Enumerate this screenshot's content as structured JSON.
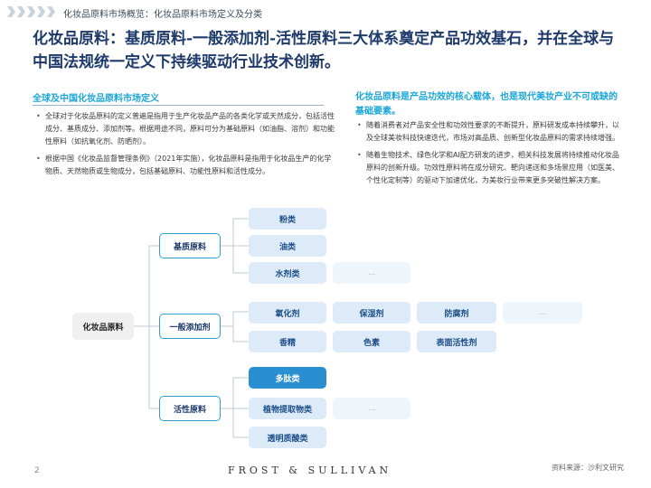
{
  "breadcrumb": "化妆品原料市场概览：化妆品原料市场定义及分类",
  "headline": "化妆品原料：基质原料-一般添加剂-活性原料三大体系奠定产品功效基石，并在全球与中国法规统一定义下持续驱动行业技术创新。",
  "left_section": {
    "title": "全球及中国化妆品原料市场定义",
    "bullets": [
      "全球对于化妆品原料的定义普遍是指用于生产化妆品产品的各类化学或天然成分，包括活性成分、基质成分、添加剂等。根据用途不同，原料可分为基础原料（如油脂、溶剂）和功能性原料（如抗氧化剂、防晒剂）。",
      "根据中国《化妆品监督管理条例》（2021年实施），化妆品原料是指用于化妆品生产的化学物质、天然物质或生物成分，包括基础原料、功能性原料和活性成分。"
    ]
  },
  "right_section": {
    "title": "化妆品原料是产品功效的核心载体，也是现代美妆产业不可或缺的基础要素。",
    "bullets": [
      "随着消费者对产品安全性和功效性要求的不断提升，原料研发成本持续攀升，以及全球美妆科技快速迭代，市场对高品质、创新型化妆品原料的需求持续增强。",
      "随着生物技术、绿色化学和AI配方研发的进步，相关科技发展将持续推动化妆品原料的创新升级。功效性原料将在成分研究、靶向递送和多场景应用（如医美、个性化定制等）的驱动下加速优化，为美妆行业带来更多突破性解决方案。"
    ]
  },
  "tree": {
    "root": "化妆品原料",
    "groups": [
      {
        "label": "基质原料",
        "items": [
          "粉类",
          "油类",
          "水剂类"
        ],
        "more": "..."
      },
      {
        "label": "一般添加剂",
        "items": [
          "氧化剂",
          "保湿剂",
          "防腐剂",
          "香精",
          "色素",
          "表面活性剂"
        ],
        "more": "..."
      },
      {
        "label": "活性原料",
        "items": [
          "多肽类",
          "植物提取物类",
          "透明质酸类"
        ],
        "more": "..."
      }
    ]
  },
  "footer": {
    "page": "2",
    "brand": "FROST  &  SULLIVAN",
    "source": "资料来源：沙利文研究"
  }
}
